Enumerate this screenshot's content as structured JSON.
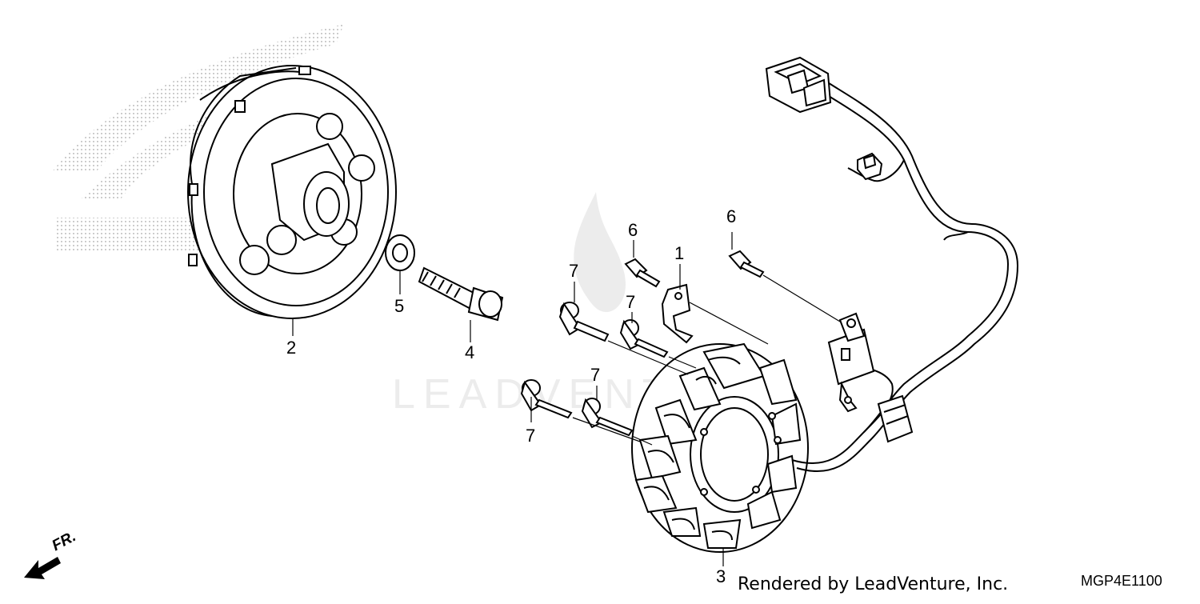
{
  "diagram": {
    "callouts": {
      "part1": "1",
      "part2": "2",
      "part3": "3",
      "part4": "4",
      "part5": "5",
      "part6a": "6",
      "part6b": "6",
      "part7a": "7",
      "part7b": "7",
      "part7c": "7",
      "part7d": "7"
    },
    "direction_label": "FR.",
    "credit": "Rendered by LeadVenture, Inc.",
    "diagram_code": "MGP4E1100"
  },
  "colors": {
    "line": "#000000",
    "watermark": "#e6e6e6",
    "brand_dots": "#bdbdbd"
  },
  "icons": {
    "front_arrow": "front-direction-arrow-icon"
  }
}
